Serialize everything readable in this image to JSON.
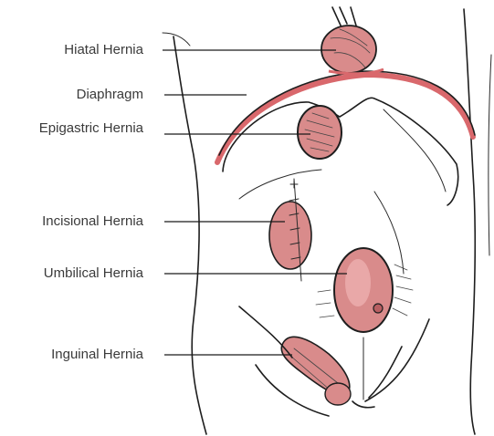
{
  "labels": {
    "hiatal": "Hiatal Hernia",
    "diaphragm": "Diaphragm",
    "epigastric": "Epigastric Hernia",
    "incisional": "Incisional Hernia",
    "umbilical": "Umbilical Hernia",
    "inguinal": "Inguinal Hernia"
  },
  "colors": {
    "hernia_fill": "#d98b8b",
    "hernia_dark": "#b85f62",
    "diaphragm": "#d9686c",
    "line": "#1e1e1e"
  }
}
